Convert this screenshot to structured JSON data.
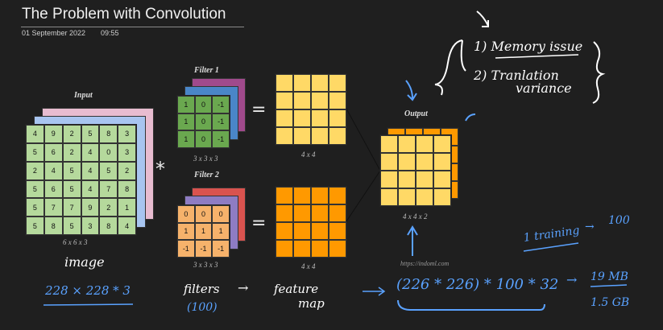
{
  "header": {
    "title": "The Problem with Convolution",
    "date": "01 September 2022",
    "time": "09:55"
  },
  "diagram": {
    "input_label": "Input",
    "input_dims": "6 x 6 x 3",
    "input_matrix": [
      [
        "4",
        "9",
        "2",
        "5",
        "8",
        "3"
      ],
      [
        "5",
        "6",
        "2",
        "4",
        "0",
        "3"
      ],
      [
        "2",
        "4",
        "5",
        "4",
        "5",
        "2"
      ],
      [
        "5",
        "6",
        "5",
        "4",
        "7",
        "8"
      ],
      [
        "5",
        "7",
        "7",
        "9",
        "2",
        "1"
      ],
      [
        "5",
        "8",
        "5",
        "3",
        "8",
        "4"
      ]
    ],
    "filter1_label": "Filter 1",
    "filter1_dims": "3 x 3 x 3",
    "filter1_matrix": [
      [
        "1",
        "0",
        "-1"
      ],
      [
        "1",
        "0",
        "-1"
      ],
      [
        "1",
        "0",
        "-1"
      ]
    ],
    "filter2_label": "Filter 2",
    "filter2_dims": "3 x 3 x 3",
    "filter2_matrix": [
      [
        "0",
        "0",
        "0"
      ],
      [
        "1",
        "1",
        "1"
      ],
      [
        "-1",
        "-1",
        "-1"
      ]
    ],
    "map1_dims": "4 x 4",
    "map2_dims": "4 x 4",
    "output_label": "Output",
    "output_dims": "4 x 4 x 2",
    "convolve_symbol": "*",
    "equals_symbol": "=",
    "source_url": "https://indoml.com"
  },
  "annotations": {
    "issue_1": "1) Memory issue",
    "issue_2_line1": "2) Tranlation",
    "issue_2_line2": "variance",
    "image_note": "image",
    "image_size": "228 × 228 * 3",
    "filters_note": "filters",
    "filters_count": "(100)",
    "arrow": "→",
    "feature_line1": "feature",
    "feature_line2": "map",
    "calc": "(226 * 226) * 100 * 32",
    "result_1": "19 MB",
    "result_2": "1.5 GB",
    "training": "1 training",
    "training_count": "100"
  },
  "colors": {
    "input_green": "#b5d99c",
    "input_blue": "#a8c5f0",
    "input_pink": "#e8bcd0",
    "filter1_green": "#6aa84f",
    "filter1_blue": "#4a86c8",
    "filter1_purple": "#a04a8c",
    "filter2_orange": "#f6b26b",
    "filter2_purple": "#8e7cc3",
    "filter2_red": "#d9534f",
    "map_yellow": "#ffd966",
    "map_orange": "#ff9900",
    "ink_blue": "#5aa2ff"
  }
}
